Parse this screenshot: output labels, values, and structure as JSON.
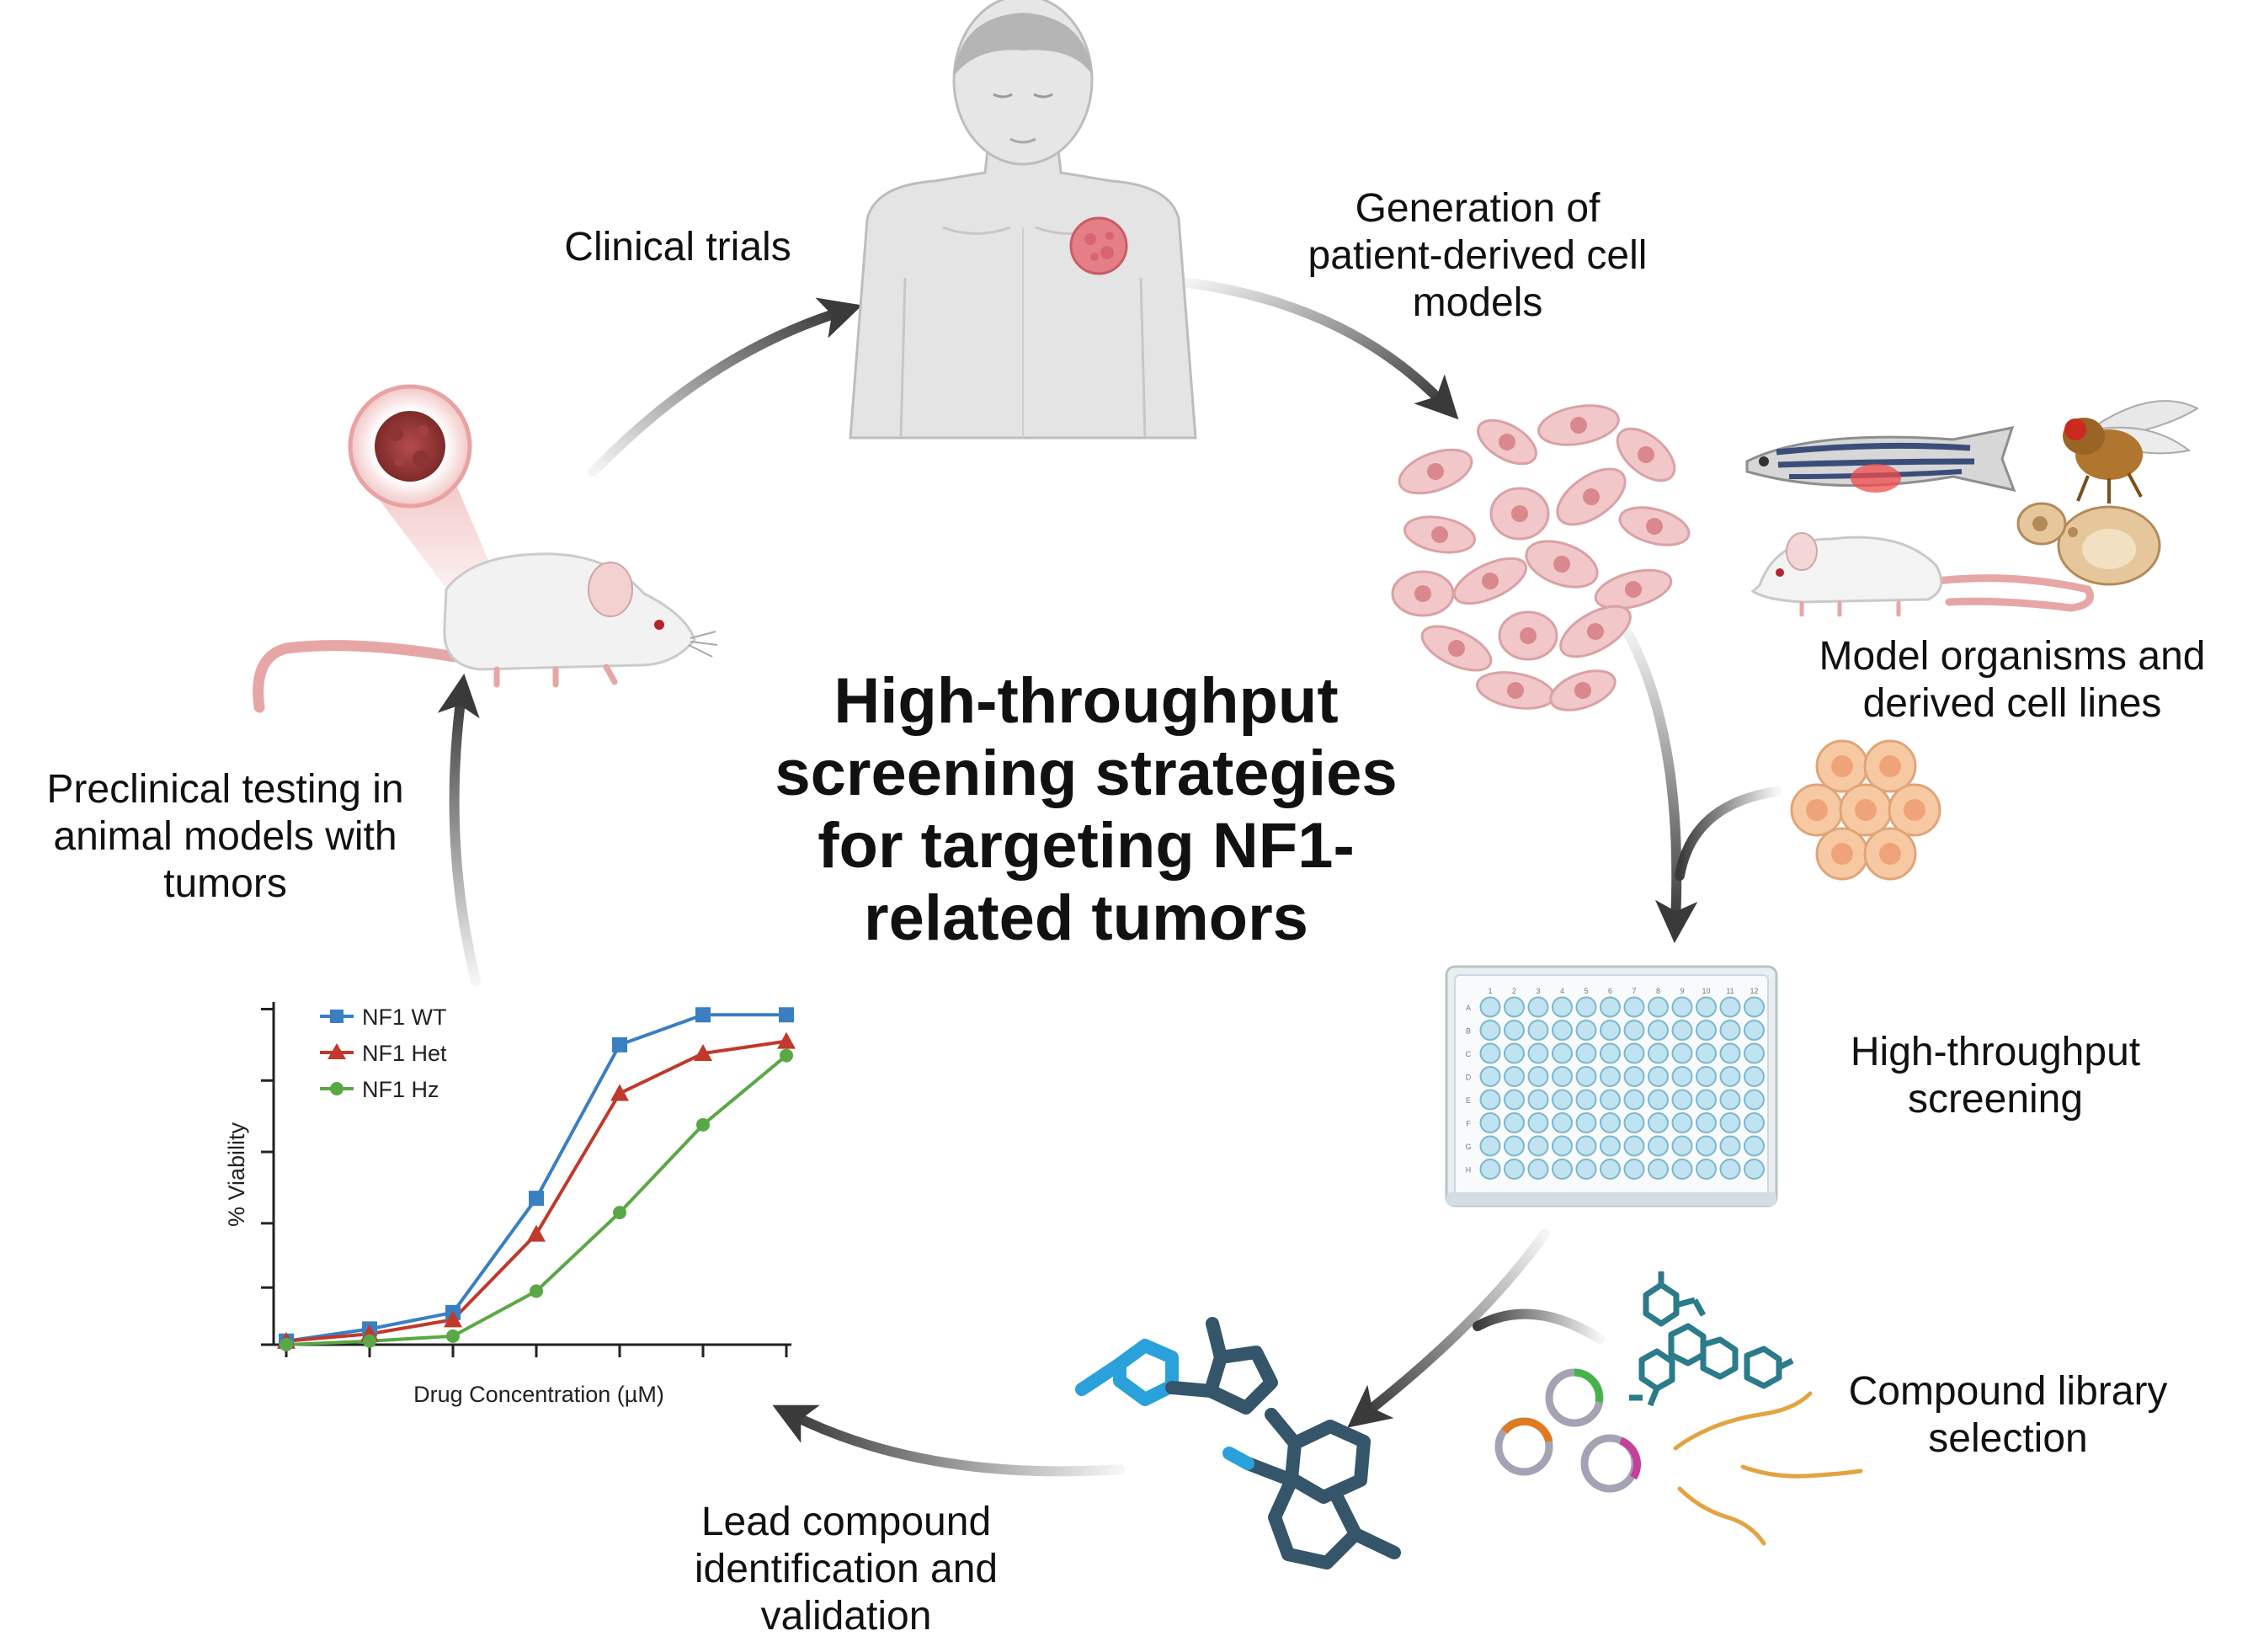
{
  "title_lines": [
    "High-throughput",
    "screening strategies",
    "for targeting NF1-",
    "related tumors"
  ],
  "steps": {
    "clinical_trials": [
      "Clinical trials"
    ],
    "patient_models": [
      "Generation of",
      "patient-derived cell",
      "models"
    ],
    "model_organisms": [
      "Model organisms and",
      "derived cell lines"
    ],
    "hts": [
      "High-throughput",
      "screening"
    ],
    "compound_library": [
      "Compound library",
      "selection"
    ],
    "lead_compound": [
      "Lead compound",
      "identification and",
      "validation"
    ],
    "preclinical": [
      "Preclinical testing in",
      "animal models with",
      "tumors"
    ]
  },
  "plate": {
    "columns": [
      "1",
      "2",
      "3",
      "4",
      "5",
      "6",
      "7",
      "8",
      "9",
      "10",
      "11",
      "12"
    ],
    "rows": [
      "A",
      "B",
      "C",
      "D",
      "E",
      "F",
      "G",
      "H"
    ]
  },
  "colors": {
    "arrow": "#3a3a3a",
    "skin": "#e2e2e2",
    "tumor": "#e57f86",
    "cell": "#f1c7c9",
    "well": "#bfe3f1",
    "molecule_dark": "#35556b",
    "molecule_light": "#2aa1db"
  },
  "chart_data": {
    "type": "line",
    "xlabel": "Drug Concentration (µM)",
    "ylabel": "% Viability",
    "x": [
      0,
      1,
      2,
      3,
      4,
      5,
      6
    ],
    "ylim": [
      0,
      4.8
    ],
    "series": [
      {
        "name": "NF1 WT",
        "color": "#3a7fc1",
        "marker": "square",
        "values": [
          0.05,
          0.22,
          0.45,
          2.05,
          4.2,
          4.62,
          4.62
        ]
      },
      {
        "name": "NF1 Het",
        "color": "#c0392b",
        "marker": "triangle",
        "values": [
          0.05,
          0.15,
          0.35,
          1.55,
          3.52,
          4.08,
          4.25
        ]
      },
      {
        "name": "NF1 Hz",
        "color": "#5aa845",
        "marker": "circle",
        "values": [
          0.0,
          0.05,
          0.12,
          0.75,
          1.85,
          3.08,
          4.05
        ]
      }
    ]
  }
}
